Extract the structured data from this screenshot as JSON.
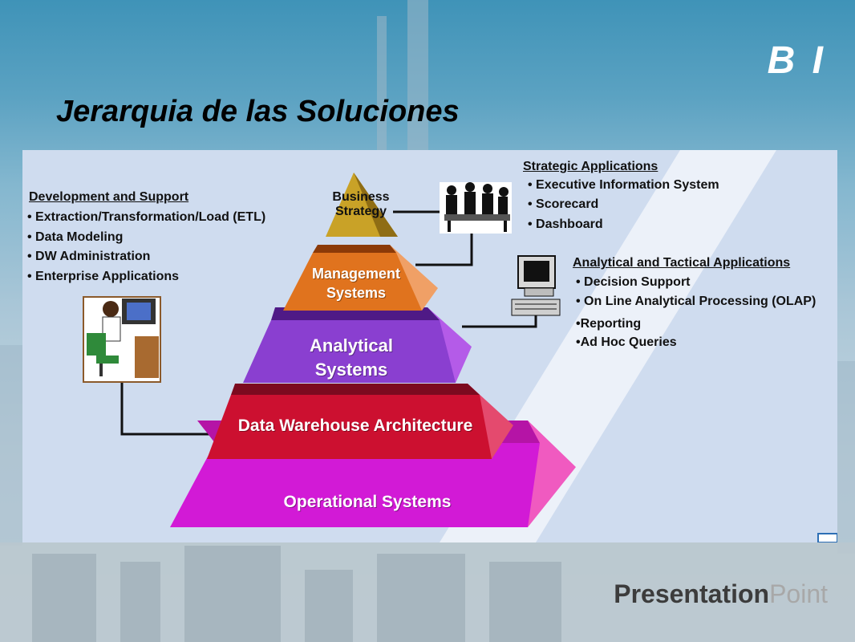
{
  "slide": {
    "badge": "B I",
    "title": "Jerarquia de las Soluciones"
  },
  "branding": {
    "strong": "Presentation",
    "light": "Point"
  },
  "pyramid": {
    "levels": [
      {
        "label_lines": [
          "Business",
          "Strategy"
        ],
        "color": "#c9a227"
      },
      {
        "label_lines": [
          "Management",
          "Systems"
        ],
        "color": "#e0731e"
      },
      {
        "label_lines": [
          "Analytical",
          "Systems"
        ],
        "color": "#8a3fd0"
      },
      {
        "label_lines": [
          "Data Warehouse Architecture"
        ],
        "color": "#cc1030"
      },
      {
        "label_lines": [
          "Operational Systems"
        ],
        "color": "#d21ad6"
      }
    ]
  },
  "development": {
    "header": "Development and Support",
    "items": [
      "Extraction/Transformation/Load (ETL)",
      "Data Modeling",
      "DW Administration",
      "Enterprise Applications"
    ]
  },
  "strategic": {
    "header": "Strategic Applications",
    "items": [
      "Executive Information System",
      "Scorecard",
      "Dashboard"
    ]
  },
  "analytical": {
    "header": "Analytical and Tactical Applications",
    "items": [
      "Decision Support",
      "On Line Analytical Processing (OLAP)",
      "Reporting",
      "Ad Hoc Queries"
    ]
  }
}
